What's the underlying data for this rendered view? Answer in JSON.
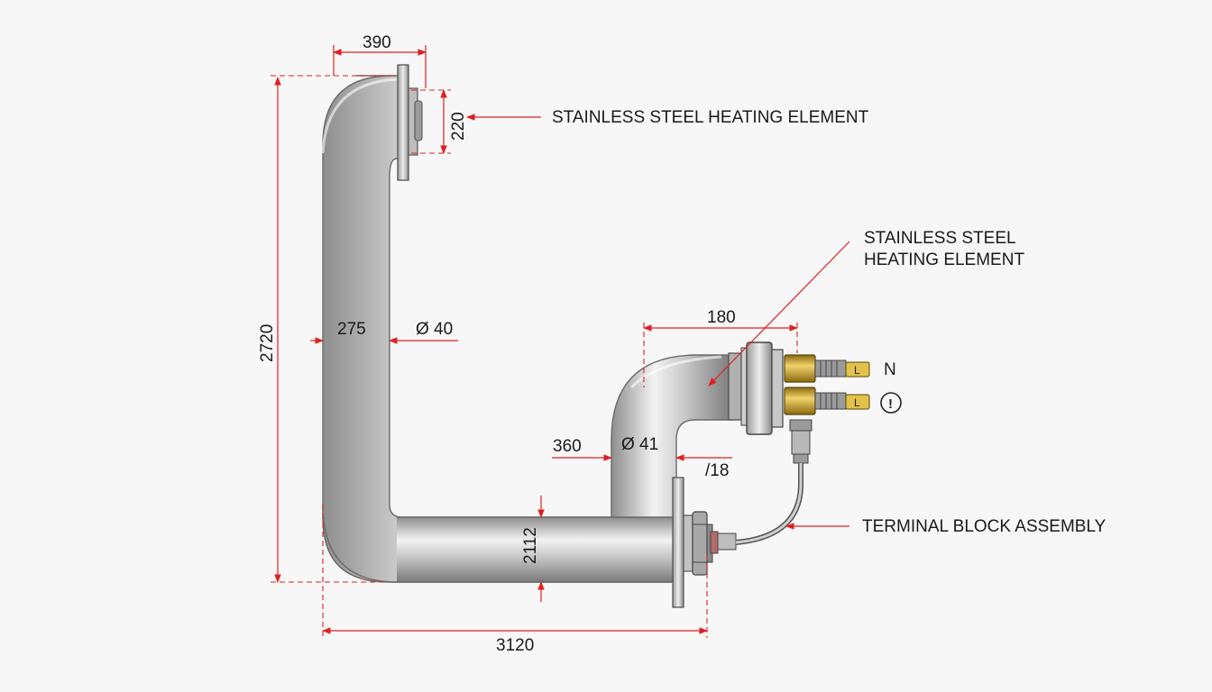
{
  "callouts": {
    "top_label": "STAINLESS STEEL HEATING ELEMENT",
    "right_label_line1": "STAINLESS STEEL",
    "right_label_line2": "HEATING ELEMENT",
    "terminal_label": "TERMINAL BLOCK ASSEMBLY"
  },
  "dimensions": {
    "top_width": "390",
    "flange_height": "220",
    "total_height": "2720",
    "vertical_leg_width": "275",
    "diameter_main": "Ø 40",
    "right_top_width": "180",
    "right_offset": "360",
    "diameter_right": "Ø 41",
    "slash_value": "/18",
    "bottom_height": "2112",
    "total_width": "3120"
  },
  "terminals": {
    "n_label": "N",
    "warning_symbol": "!",
    "tag_top": "L",
    "tag_bottom": "L"
  },
  "colors": {
    "dimension_red": "#e02020",
    "steel": "#b8b8b8",
    "brass": "#c9a227"
  }
}
